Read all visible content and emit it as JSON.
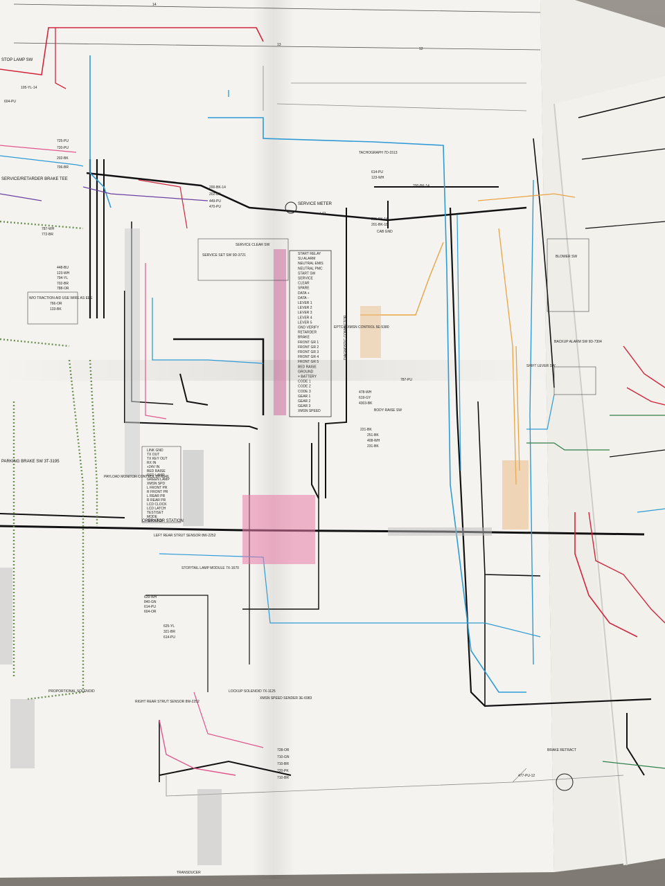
{
  "sheet": {
    "zone_numbers": [
      "14",
      "13",
      "12"
    ]
  },
  "components": {
    "left": [
      {
        "id": "stop-lamp-switch",
        "text": "STOP LAMP SW"
      },
      {
        "id": "service-retarder-brake-tee",
        "text": "SERVICE/RETARDER BRAKE TEE"
      },
      {
        "id": "wo-traction-aid",
        "text": "W/O TRACTION AID USE WIRE AS EEE"
      },
      {
        "id": "parking-brake-switch",
        "text": "PARKING BRAKE SW 3T-3195"
      },
      {
        "id": "proportional-solenoid",
        "text": "PROPORTIONAL SOLENOID"
      }
    ],
    "center": [
      {
        "id": "service-meter",
        "text": "SERVICE METER"
      },
      {
        "id": "service-clear-switch",
        "text": "SERVICE CLEAR SW"
      },
      {
        "id": "service-set-switch",
        "text": "SERVICE SET SW 9D-3721"
      },
      {
        "id": "eptc-ii-control",
        "text": "EPTC-II XMSN CONTROL 5E-5380"
      },
      {
        "id": "payload-monitor-control",
        "text": "PAYLOAD MONITOR CONTROL 8X-6846"
      },
      {
        "id": "operator-station",
        "text": "OPERATOR STATION"
      },
      {
        "id": "left-rear-strut-sensor",
        "text": "LEFT REAR STRUT SENSOR 8W-2252"
      },
      {
        "id": "stop-tail-lamp-module",
        "text": "STOP/TAIL LAMP MODULE 7X-1670"
      },
      {
        "id": "right-rear-strut-sensor",
        "text": "RIGHT REAR STRUT SENSOR 8W-2252"
      },
      {
        "id": "lockup-solenoid",
        "text": "LOCKUP SOLENOID 7X-1125"
      },
      {
        "id": "xmsn-speed-sender",
        "text": "XMSN SPEED SENDER 3E-6983"
      },
      {
        "id": "transducer",
        "text": "TRANSDUCER"
      }
    ],
    "right": [
      {
        "id": "tachograph",
        "text": "TACHOGRAPH 7D-1513"
      },
      {
        "id": "cab-ground",
        "text": "CAB GND"
      },
      {
        "id": "diagnostic-connector",
        "text": "DIAGNOSTIC CONNECTOR"
      },
      {
        "id": "body-raise-switch",
        "text": "BODY RAISE SW"
      },
      {
        "id": "shift-lever-switch",
        "text": "SHIFT LEVER SW"
      },
      {
        "id": "backup-alarm-switch",
        "text": "BACKUP ALARM SW 9D-7304"
      },
      {
        "id": "blower-switch",
        "text": "BLOWER SW"
      },
      {
        "id": "brake-retract",
        "text": "BRAKE RETRACT"
      }
    ]
  },
  "eptc_pins": [
    "START RELAY",
    "SU ALARM",
    "NEUTRAL EMIS",
    "NEUTRAL PMC",
    "START SW",
    "SERVICE",
    "CLEAR",
    "SPARE",
    "DATA +",
    "DATA -",
    "LEVER 1",
    "LEVER 2",
    "LEVER 3",
    "LEVER 4",
    "LEVER 5",
    "GND VERIFY",
    "RETARDER",
    "BRAKE",
    "FRONT GR 1",
    "FRONT GR 2",
    "FRONT GR 3",
    "FRONT GR 4",
    "FRONT GR 5",
    "BED RAISE",
    "GROUND",
    "+ BATTERY",
    "CODE 1",
    "CODE 2",
    "CODE 3",
    "GEAR 1",
    "GEAR 2",
    "GEAR 3",
    "XMSN SPEED"
  ],
  "payload_pins": [
    "LINK GND",
    "TX OUT",
    "TX KEY OUT",
    "RX IN",
    "+24V IN",
    "BED RAISE",
    "RED LAMP",
    "GREEN LAMP",
    "XMSN SPD",
    "L FRONT PR",
    "R FRONT PR",
    "L REAR PR",
    "R REAR PR",
    "LCD CLOCK",
    "LCD LATCH",
    "TEST/SET",
    "MODE",
    "GROUND"
  ],
  "wires_labels": {
    "top_left": [
      "105-YL-14",
      "604-PU",
      "725-PU",
      "202-BK",
      "720-PU",
      "706-BR",
      "787-WH",
      "772-BR",
      "448-BU",
      "123-WH",
      "794-YL",
      "702-BR",
      "788-OR",
      "766-OR",
      "133-BK"
    ],
    "meter": [
      "200-BK-14",
      "202-BK",
      "449-PU",
      "470-PU",
      "L42"
    ],
    "tacho": [
      "614-PU",
      "123-WH",
      "200-BK-14",
      "201-BK-14",
      "201-BK-18"
    ],
    "strut": [
      "639-WH",
      "840-GN",
      "614-PU",
      "604-OR",
      "625-YL",
      "321-BR",
      "614-PU"
    ],
    "right_mid": [
      "787-PU",
      "478-WH",
      "619-GY",
      "4303-BK",
      "221-BK",
      "251-BK",
      "408-WH",
      "231-BK"
    ],
    "lower": [
      "728-OR",
      "710-GN",
      "710-BR",
      "720-PK",
      "710-BR",
      "477-PU-12"
    ]
  },
  "colors": {
    "paper": "#f4f3ef",
    "black_wire": "#111111",
    "blue_wire": "#2d9ad6",
    "red_wire": "#d2243a",
    "pink_wire": "#e0568c",
    "orange_wire": "#e8a444",
    "green_wire": "#2f7f4a",
    "purple_wire": "#6a3fa0",
    "grey_wire": "#8a8a8a"
  }
}
